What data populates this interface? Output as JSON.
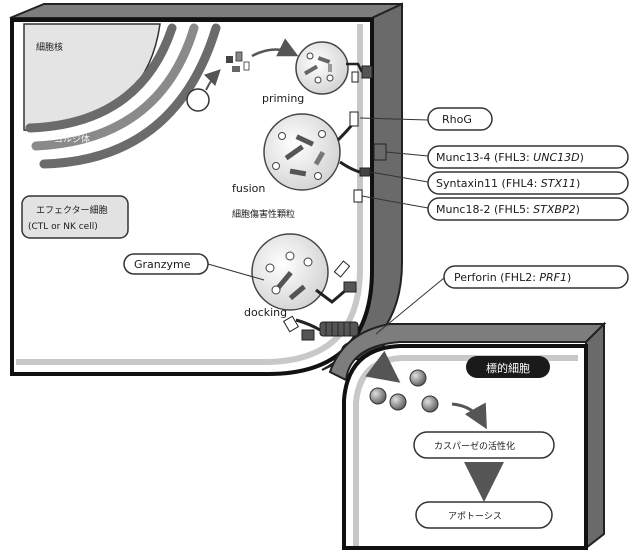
{
  "cell": {
    "nucleus_label": "細胞核",
    "golgi_label": "ゴルジ体",
    "effector_line1": "エフェクター細胞",
    "effector_line2": "(CTL or NK cell)",
    "granule_label": "細胞傷害性顆粒"
  },
  "stages": {
    "priming": "priming",
    "fusion": "fusion",
    "docking": "docking"
  },
  "callouts": {
    "rhog": "RhoG",
    "munc13_prefix": "Munc13-4 (FHL3: ",
    "munc13_gene": "UNC13D",
    "stx11_prefix": "Syntaxin11 (FHL4: ",
    "stx11_gene": "STX11",
    "munc18_prefix": "Munc18-2 (FHL5: ",
    "munc18_gene": "STXBP2",
    "perforin_prefix": "Perforin (FHL2: ",
    "perforin_gene": "PRF1",
    "granzyme": "Granzyme",
    "close_paren": ")"
  },
  "target": {
    "title": "標的細胞",
    "caspase": "カスパーゼの活性化",
    "apoptosis": "アポトーシス"
  }
}
